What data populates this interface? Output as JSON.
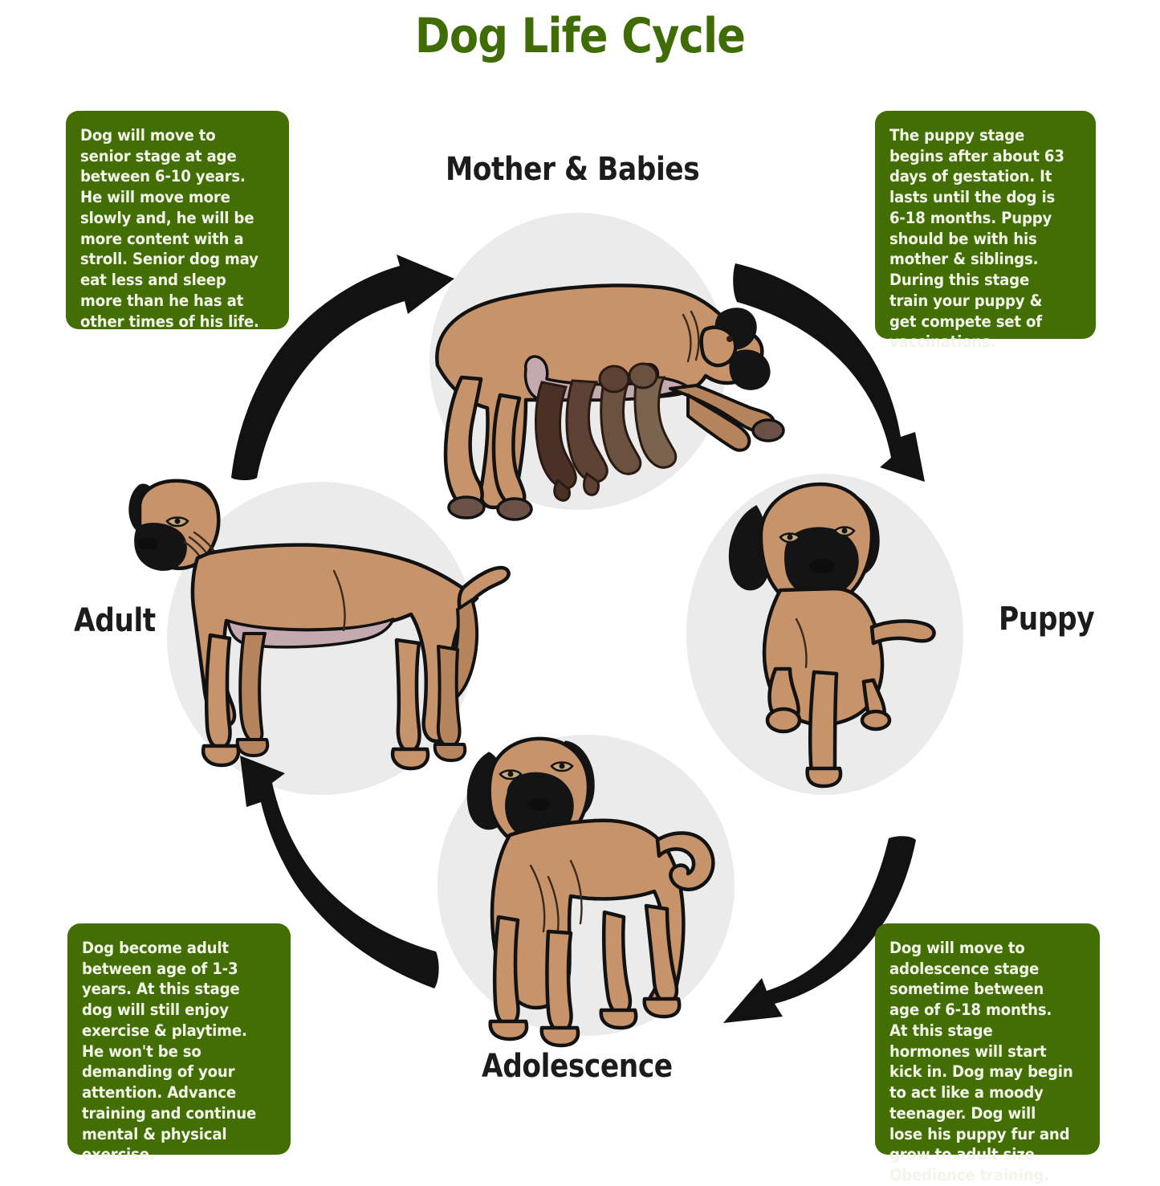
{
  "page": {
    "title": "Dog Life Cycle",
    "background_color": "#ffffff",
    "title_color": "#3f6c05",
    "accent_green": "#436e03",
    "label_color": "#1c1c1c",
    "circle_color": "#ebebeb",
    "arrow_color": "#121212",
    "dog_fur_color": "#c7936a",
    "dog_belly_color": "#c4aab0",
    "dog_black_color": "#141414"
  },
  "stages": [
    {
      "id": "mother",
      "label": "Mother & Babies",
      "position": "top"
    },
    {
      "id": "puppy",
      "label": "Puppy",
      "position": "right"
    },
    {
      "id": "adolescence",
      "label": "Adolescence",
      "position": "bottom"
    },
    {
      "id": "adult",
      "label": "Adult",
      "position": "left"
    }
  ],
  "callouts": {
    "senior": {
      "related_stage": "adult",
      "text": "Dog will move to senior stage at age between 6-10 years. He will move more slowly and, he will be more content with a stroll. Senior dog may eat less and sleep more than he has at other times of his life."
    },
    "puppy": {
      "related_stage": "puppy",
      "text": "The puppy stage begins after about 63 days of gestation. It lasts until the dog is 6-18 months. Puppy should be with his mother & siblings. During this stage train your puppy & get compete set of vaccinations."
    },
    "adult": {
      "related_stage": "adult",
      "text": "Dog become adult between age of 1-3 years. At this stage dog will still enjoy exercise & playtime. He won't be so demanding of your attention. Advance training and continue mental & physical exercise."
    },
    "adolescence": {
      "related_stage": "adolescence",
      "text": "Dog will move to adolescence stage sometime between age of 6-18 months. At this stage hormones will start kick in. Dog may begin to act like a moody teenager.  Dog will lose his puppy fur and grow to adult size. Obedience training."
    }
  },
  "arrows": [
    {
      "id": "adult-to-mother",
      "from": "adult",
      "to": "mother",
      "direction": "up-right"
    },
    {
      "id": "mother-to-puppy",
      "from": "mother",
      "to": "puppy",
      "direction": "down-right"
    },
    {
      "id": "puppy-to-adolescence",
      "from": "puppy",
      "to": "adolescence",
      "direction": "down-left"
    },
    {
      "id": "adolescence-to-adult",
      "from": "adolescence",
      "to": "adult",
      "direction": "up-left"
    }
  ],
  "illustrations": [
    {
      "id": "mother-babies-illustration",
      "alt": "Mother dog lying down nursing four puppies"
    },
    {
      "id": "puppy-illustration",
      "alt": "Puppy facing forward with floppy black ears"
    },
    {
      "id": "adolescence-illustration",
      "alt": "Adolescent dog standing with curled tail"
    },
    {
      "id": "adult-illustration",
      "alt": "Adult dog standing in profile facing left"
    }
  ]
}
